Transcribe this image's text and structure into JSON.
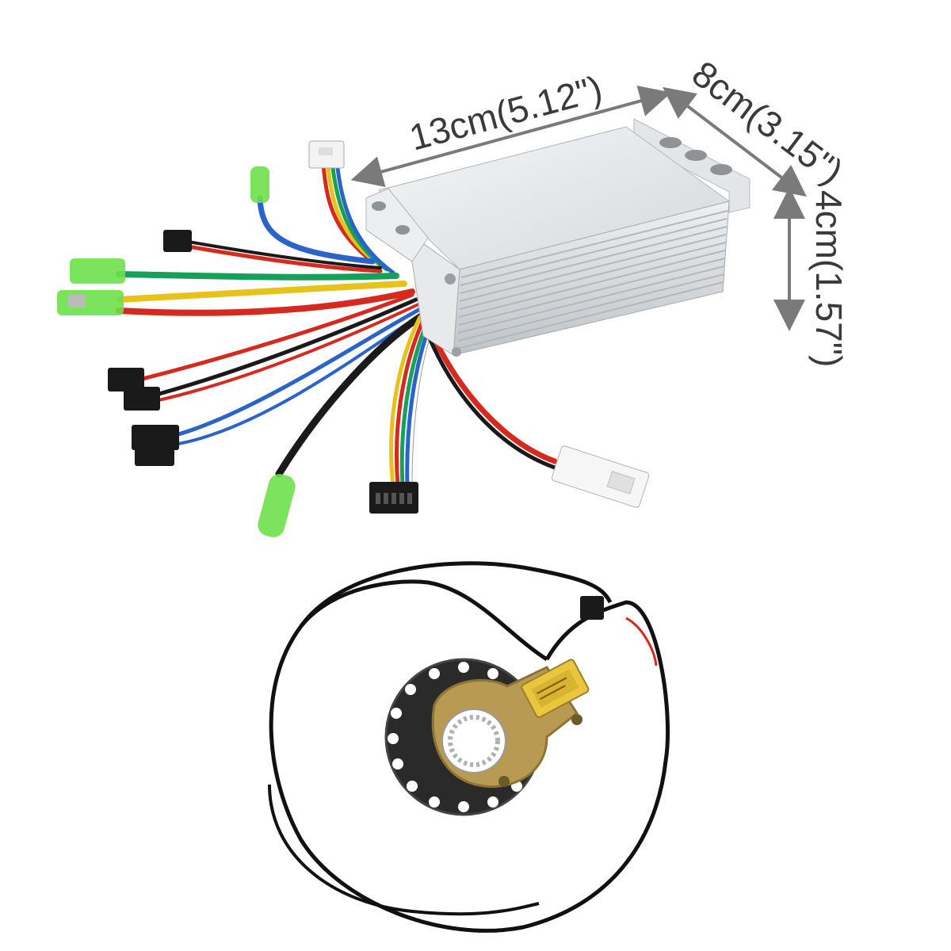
{
  "dimensions": {
    "length": "13cm(5.12\")",
    "width": "8cm(3.15\")",
    "height": "4cm(1.57\")"
  },
  "colors": {
    "background": "#ffffff",
    "arrow": "#7a7a7a",
    "housing": "#dcdfe2",
    "wire_red": "#d62a1f",
    "wire_blue": "#2a64c8",
    "wire_green": "#17a05a",
    "wire_yellow": "#e6c21a",
    "wire_black": "#1a1a1a",
    "connector_green": "#6ee04a",
    "sensor_brass": "#b89a52",
    "sensor_label": "#e8c640"
  }
}
